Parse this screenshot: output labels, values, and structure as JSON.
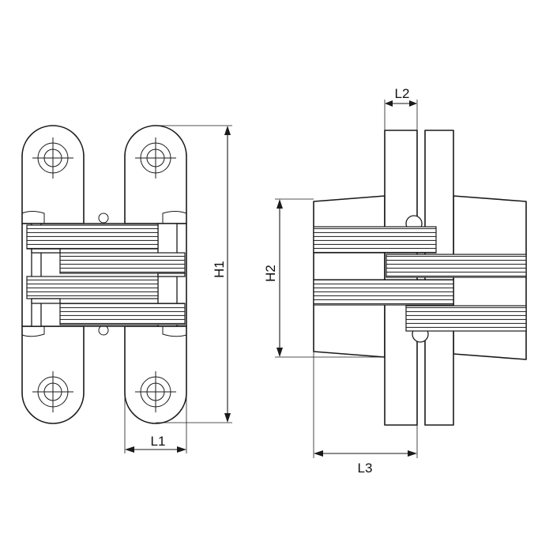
{
  "colors": {
    "line": "#1a1a1a",
    "background": "#ffffff"
  },
  "dimensions": {
    "h1": "H1",
    "h2": "H2",
    "l1": "L1",
    "l2": "L2",
    "l3": "L3"
  }
}
